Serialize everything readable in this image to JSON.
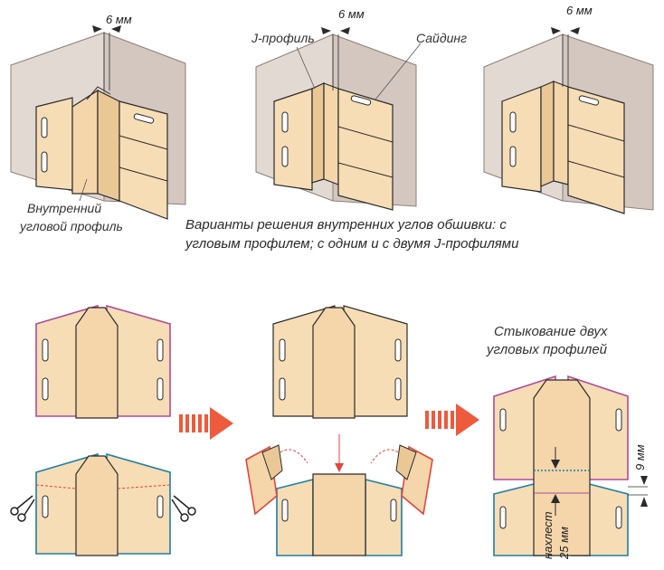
{
  "colors": {
    "wall": "#e3d9d3",
    "wall_shade": "#cbbfb8",
    "panel": "#f7ddb5",
    "panel_dark": "#e6c697",
    "outline": "#2b2b2b",
    "pink_edge": "#b04a9c",
    "blue_edge": "#1f7ea8",
    "red_edge": "#e2453b",
    "arrow": "#ee5a3c"
  },
  "top_row": {
    "dim_1": "6 мм",
    "dim_2": "6 мм",
    "dim_3": "6 мм",
    "label_jprofile": "J-профиль",
    "label_siding": "Сайдинг",
    "label_inner_profile_1": "Внутренний",
    "label_inner_profile_2": "угловой профиль",
    "caption_1": "Варианты решения внутренних углов обшивки: с",
    "caption_2": "угловым профилем; с одним и с двумя J-профилями"
  },
  "bottom_row": {
    "joint_title_1": "Стыкование двух",
    "joint_title_2": "угловых профилей",
    "dim_9mm": "9 мм",
    "overlap_1": "нахлест",
    "overlap_2": "25 мм"
  }
}
